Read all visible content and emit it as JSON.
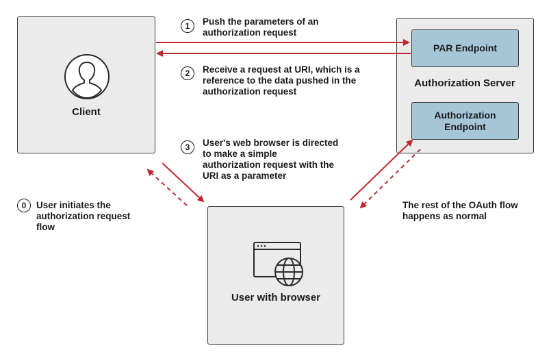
{
  "client": {
    "label": "Client",
    "icon": "user-avatar-icon"
  },
  "auth_server": {
    "label": "Authorization Server",
    "par_endpoint": "PAR Endpoint",
    "auth_endpoint_line1": "Authorization",
    "auth_endpoint_line2": "Endpoint"
  },
  "browser": {
    "label": "User with browser",
    "icon": "browser-globe-icon"
  },
  "steps": {
    "s0": {
      "num": "0",
      "line1": "User initiates the",
      "line2": "authorization request",
      "line3": "flow"
    },
    "s1": {
      "num": "1",
      "line1": "Push the parameters of an",
      "line2": "authorization request"
    },
    "s2": {
      "num": "2",
      "line1": "Receive a request at URI, which is a",
      "line2": "reference to the data pushed in the",
      "line3": "authorization request"
    },
    "s3": {
      "num": "3",
      "line1": "User's web browser is directed",
      "line2": "to make a simple",
      "line3": "authorization request with the",
      "line4": "URI as a parameter"
    },
    "rest": {
      "line1": "The rest of the OAuth flow",
      "line2": "happens as normal"
    }
  },
  "colors": {
    "arrow": "#c0282d",
    "endpoint": "#a6c6d8",
    "box": "#ebebeb"
  }
}
